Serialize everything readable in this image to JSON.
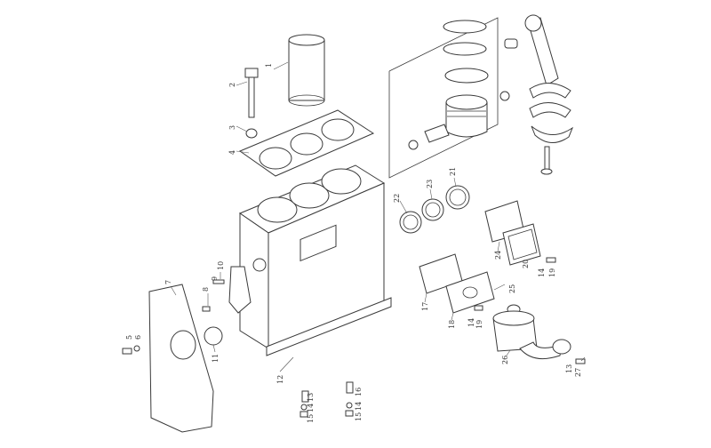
{
  "callouts": [
    {
      "id": "c1",
      "label": "1"
    },
    {
      "id": "c2",
      "label": "2"
    },
    {
      "id": "c3",
      "label": "3"
    },
    {
      "id": "c4",
      "label": "4"
    },
    {
      "id": "c5",
      "label": "5"
    },
    {
      "id": "c6",
      "label": "6"
    },
    {
      "id": "c7",
      "label": "7"
    },
    {
      "id": "c8",
      "label": "8"
    },
    {
      "id": "c9",
      "label": "9"
    },
    {
      "id": "c10",
      "label": "10"
    },
    {
      "id": "c11",
      "label": "11"
    },
    {
      "id": "c12",
      "label": "12"
    },
    {
      "id": "c13",
      "label": "13"
    },
    {
      "id": "c14a",
      "label": "14"
    },
    {
      "id": "c15a",
      "label": "15"
    },
    {
      "id": "c16",
      "label": "16"
    },
    {
      "id": "c14b",
      "label": "14"
    },
    {
      "id": "c15b",
      "label": "15"
    },
    {
      "id": "c17",
      "label": "17"
    },
    {
      "id": "c18",
      "label": "18"
    },
    {
      "id": "c14c",
      "label": "14"
    },
    {
      "id": "c19a",
      "label": "19"
    },
    {
      "id": "c25",
      "label": "25"
    },
    {
      "id": "c26",
      "label": "26"
    },
    {
      "id": "c13b",
      "label": "13"
    },
    {
      "id": "c27",
      "label": "27"
    },
    {
      "id": "c24",
      "label": "24"
    },
    {
      "id": "c20",
      "label": "20"
    },
    {
      "id": "c14d",
      "label": "14"
    },
    {
      "id": "c19b",
      "label": "19"
    },
    {
      "id": "c22",
      "label": "22"
    },
    {
      "id": "c23",
      "label": "23"
    },
    {
      "id": "c21",
      "label": "21"
    }
  ]
}
